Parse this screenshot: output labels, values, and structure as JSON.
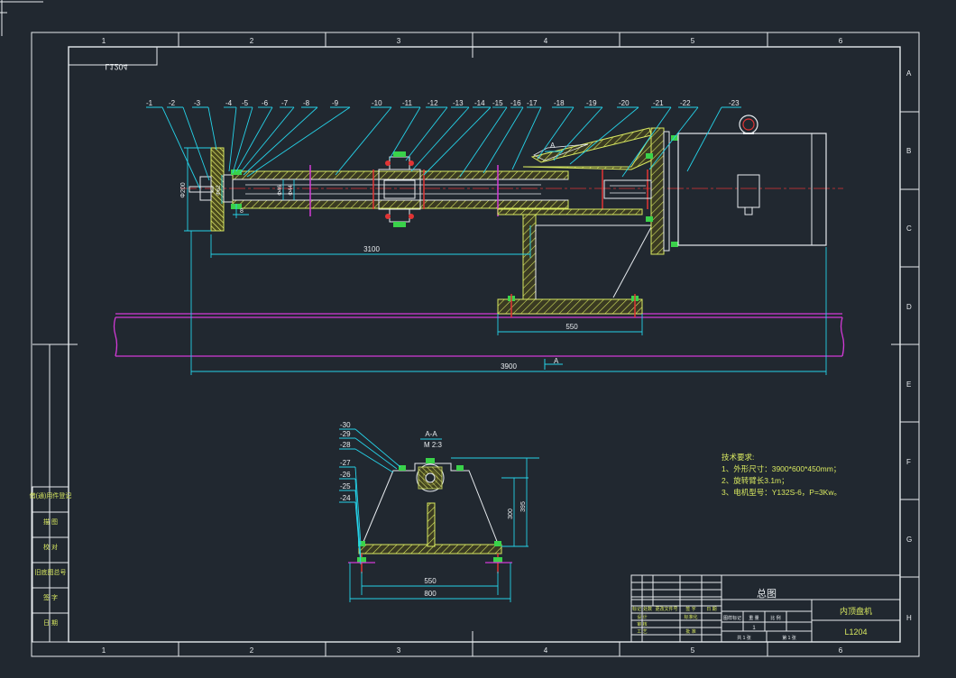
{
  "colors": {
    "background": "#212830",
    "frame": "#e6eaee",
    "dimension": "#25d2e8",
    "rail": "#d23ad6",
    "centerline": "#e03434",
    "part": "#d8e860",
    "bolt": "#3ad24a"
  },
  "frame": {
    "columns": [
      "1",
      "2",
      "3",
      "4",
      "5",
      "6"
    ],
    "rows": [
      "A",
      "B",
      "C",
      "D",
      "E",
      "F",
      "G",
      "H"
    ],
    "mirrored_code": "L1204"
  },
  "left_table": [
    "借(通)用件登记",
    "描 图",
    "校 对",
    "旧底图总号",
    "签 字",
    "日 期"
  ],
  "balloons_top": [
    "-1",
    "-2",
    "-3",
    "-4",
    "-5",
    "-6",
    "-7",
    "-8",
    "-9",
    "-10",
    "-11",
    "-12",
    "-13",
    "-14",
    "-15",
    "-16",
    "-17",
    "-18",
    "-19",
    "-20",
    "-21",
    "-22",
    "-23"
  ],
  "balloons_section": [
    "-30",
    "-29",
    "-28",
    "-27",
    "-26",
    "-25",
    "-24"
  ],
  "dimensions": {
    "d_phi": "Φ200",
    "d_shaft1": "Φ62",
    "d_shaft2": "Φ46",
    "d_tube": "Φ44",
    "d_small": "8",
    "len_3100": "3100",
    "len_550": "550",
    "len_3900": "3900",
    "sec_300": "300",
    "sec_395": "395",
    "sec_550": "550",
    "sec_800": "800"
  },
  "section": {
    "marker": "A",
    "title": "A-A",
    "scale": "M 2:3"
  },
  "notes": {
    "title": "技术要求:",
    "lines": [
      "1、外形尺寸：3900*600*450mm；",
      "2、旋转臂长3.1m；",
      "3、电机型号：Y132S-6，P=3Kw。"
    ]
  },
  "title_block": {
    "drawing_name": "总图",
    "product_name": "内顶盘机",
    "drawing_no": "L1204",
    "labels": [
      "标记",
      "处数",
      "更改文件号",
      "签 字",
      "日 期",
      "设 计",
      "标准化",
      "审 核",
      "工 艺",
      "批 准",
      "图样标记",
      "重 量",
      "比 例",
      "共 1 张",
      "第 1 张"
    ],
    "value_1": "1"
  }
}
